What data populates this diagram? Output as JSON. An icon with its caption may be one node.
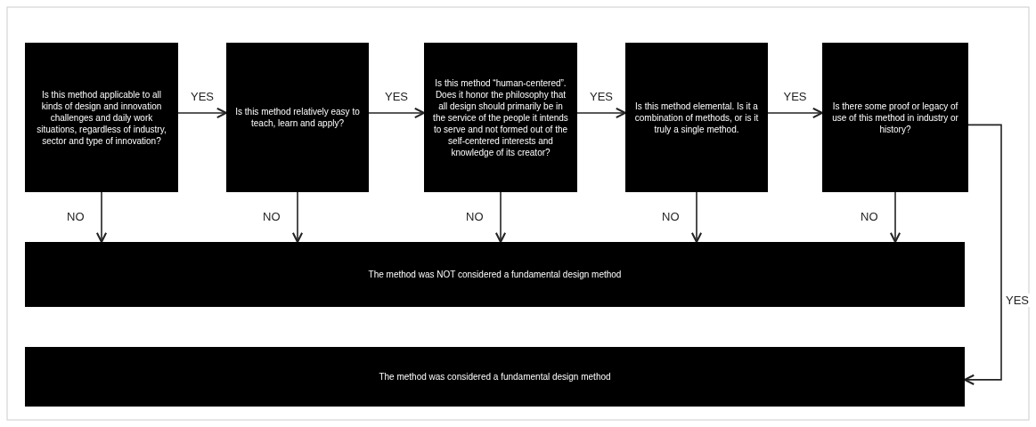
{
  "diagram": {
    "nodes": [
      {
        "text": [
          "Is this method applicable to all kinds of design and innovation challenges and daily work situations, regardless of industry, sector and type of innovation?"
        ]
      },
      {
        "text": [
          "Is this method relatively easy to teach, learn and apply?"
        ]
      },
      {
        "text": [
          "Is this method “human-centered”. Does it honor the philosophy that all design should primarily be in the service of the people it intends to serve and not formed out of the self-centered interests and knowledge of its creator?"
        ]
      },
      {
        "text": [
          "Is this method elemental. Is it a combination of methods, or is it truly a single method."
        ]
      },
      {
        "text": [
          "Is there some proof or legacy of use of this method in industry or history?"
        ]
      },
      {
        "text": [
          "The method was NOT considered a fundamental design method"
        ]
      },
      {
        "text": [
          "The method was considered a fundamental design method"
        ]
      }
    ],
    "edges": [
      {
        "from": 0,
        "to": 1,
        "arrow": "to",
        "label": "YES"
      },
      {
        "from": 1,
        "to": 2,
        "arrow": "to",
        "label": "YES"
      },
      {
        "from": 2,
        "to": 3,
        "arrow": "to",
        "label": "YES"
      },
      {
        "from": 3,
        "to": 4,
        "arrow": "to",
        "label": "YES"
      },
      {
        "from": 0,
        "to": 5,
        "arrow": "to",
        "label": "NO"
      },
      {
        "from": 1,
        "to": 5,
        "arrow": "to",
        "label": "NO"
      },
      {
        "from": 2,
        "to": 5,
        "arrow": "to",
        "label": "NO"
      },
      {
        "from": 3,
        "to": 5,
        "arrow": "to",
        "label": "NO"
      },
      {
        "from": 4,
        "to": 5,
        "arrow": "to",
        "label": "NO"
      },
      {
        "from": 4,
        "to": 6,
        "arrow": "to",
        "label": "YES"
      }
    ]
  }
}
